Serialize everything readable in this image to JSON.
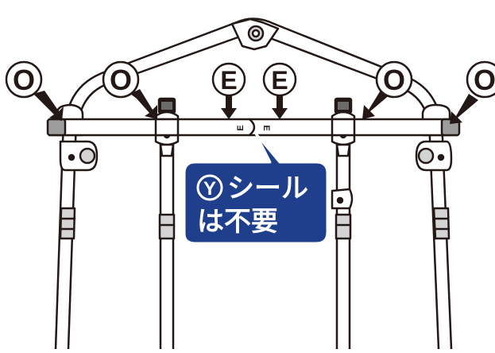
{
  "callouts": {
    "o_label": "O",
    "e_label": "E"
  },
  "tube_marks": {
    "left": "E",
    "right": "E"
  },
  "note": {
    "symbol": "Y",
    "line1": "シール",
    "line2": "は不要"
  },
  "colors": {
    "line": "#231815",
    "fill": "#ffffff",
    "grey": "#d4d4d4",
    "dark_grey": "#9d9d9d",
    "note_bg": "#1f3f8c",
    "note_text": "#ffffff"
  }
}
